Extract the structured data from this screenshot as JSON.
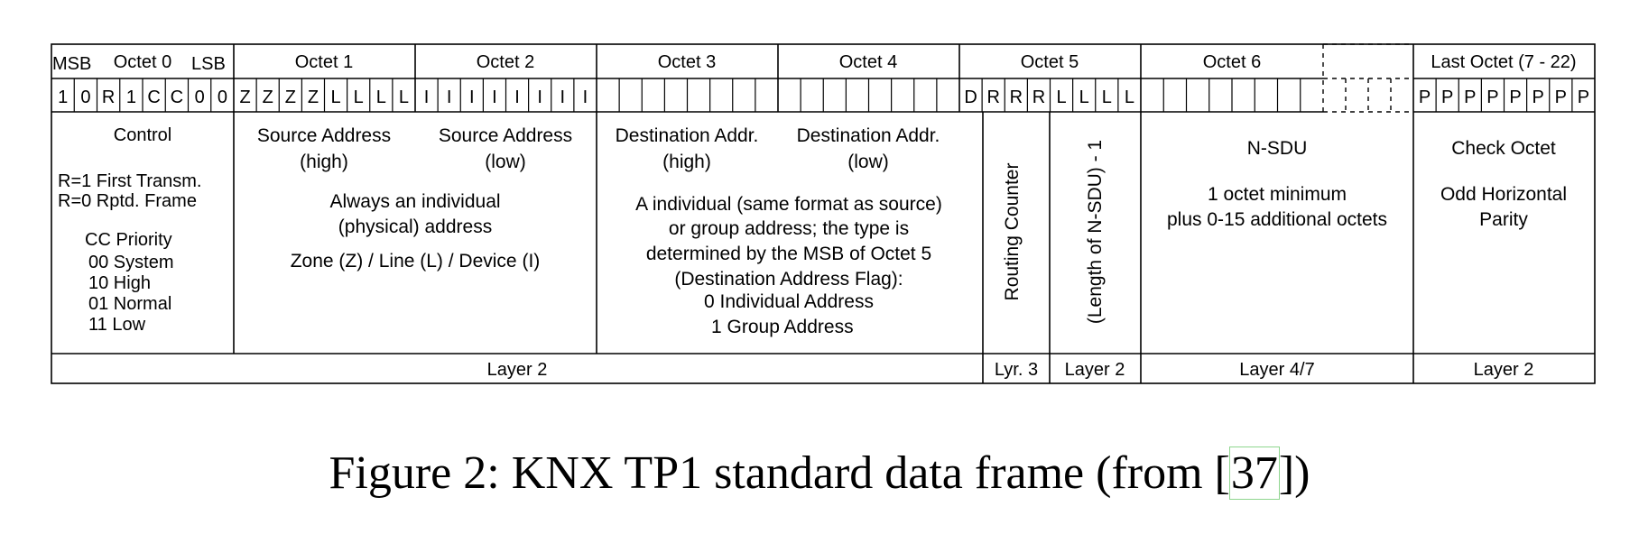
{
  "header": {
    "msb": "MSB",
    "lsb": "LSB",
    "octets": [
      "Octet 0",
      "Octet 1",
      "Octet 2",
      "Octet 3",
      "Octet 4",
      "Octet 5",
      "Octet 6",
      "",
      "Last Octet (7 - 22)"
    ]
  },
  "bits": {
    "octet0": [
      "1",
      "0",
      "R",
      "1",
      "C",
      "C",
      "0",
      "0"
    ],
    "octet1": [
      "Z",
      "Z",
      "Z",
      "Z",
      "L",
      "L",
      "L",
      "L"
    ],
    "octet2": [
      "I",
      "I",
      "I",
      "I",
      "I",
      "I",
      "I",
      "I"
    ],
    "octet3": [
      "",
      "",
      "",
      "",
      "",
      "",
      "",
      ""
    ],
    "octet4": [
      "",
      "",
      "",
      "",
      "",
      "",
      "",
      ""
    ],
    "octet5": [
      "D",
      "R",
      "R",
      "R",
      "L",
      "L",
      "L",
      "L"
    ],
    "octet6": [
      "",
      "",
      "",
      "",
      "",
      "",
      "",
      ""
    ],
    "ellipsis": [
      "",
      "",
      "",
      ""
    ],
    "last": [
      "P",
      "P",
      "P",
      "P",
      "P",
      "P",
      "P",
      "P"
    ]
  },
  "control": {
    "title": "Control",
    "lines": [
      "R=1  First Transm.",
      "R=0  Rptd. Frame",
      "CC  Priority",
      "00   System",
      "10   High",
      "01   Normal",
      "11   Low"
    ]
  },
  "source": {
    "high": [
      "Source Address",
      "(high)"
    ],
    "low": [
      "Source Address",
      "(low)"
    ],
    "desc": [
      "Always an individual",
      "(physical) address",
      "Zone (Z) / Line (L) / Device (I)"
    ]
  },
  "destination": {
    "high": [
      "Destination Addr.",
      "(high)"
    ],
    "low": [
      "Destination Addr.",
      "(low)"
    ],
    "desc": [
      "A individual (same format as source)",
      "or group address; the type is",
      "determined by the MSB of Octet 5",
      "(Destination Address Flag):",
      "0  Individual Address",
      "1  Group Address"
    ]
  },
  "routing": {
    "label": "Routing Counter"
  },
  "length": {
    "label": "(Length of N-SDU) - 1"
  },
  "nsdu": {
    "title": "N-SDU",
    "lines": [
      "1 octet minimum",
      "plus 0-15 additional octets"
    ]
  },
  "check": {
    "title": "Check Octet",
    "lines": [
      "Odd Horizontal",
      "Parity"
    ]
  },
  "layers": [
    "Layer 2",
    "Lyr. 3",
    "Layer 2",
    "Layer 4/7",
    "Layer 2"
  ],
  "caption": {
    "prefix": "Figure 2: KNX TP1 standard data frame (from [",
    "ref": "37",
    "suffix": "])"
  }
}
